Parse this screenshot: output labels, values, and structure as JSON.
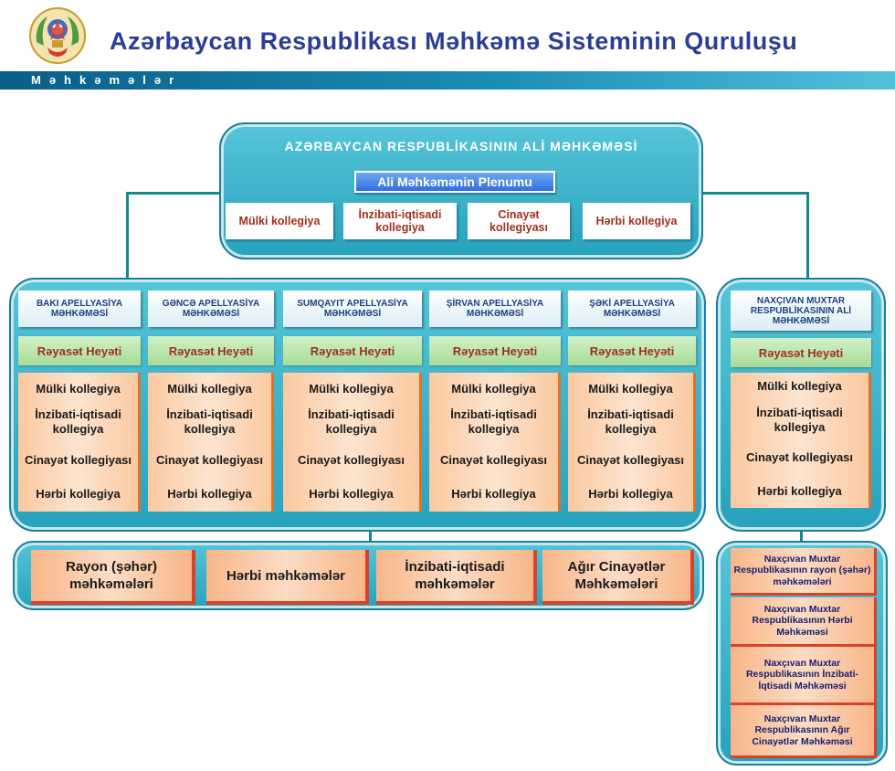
{
  "header": {
    "title": "Azərbaycan Respublikası Məhkəmə Sisteminin Quruluşu",
    "section": "Məhkəmələr",
    "emblem_icon": "azerbaijan-emblem-icon"
  },
  "colors": {
    "panel_teal": "#27a2bd",
    "connector": "#148a8c",
    "title_blue": "#2a3e96",
    "red_text": "#a0301c"
  },
  "supreme_court": {
    "title": "AZƏRBAYCAN RESPUBLİKASININ ALİ MƏHKƏMƏSİ",
    "plenum": "Ali Məhkəmənin Plenumu",
    "colleges": [
      "Mülki kollegiya",
      "İnzibati-iqtisadi kollegiya",
      "Cinayət kollegiyası",
      "Hərbi kollegiya"
    ]
  },
  "appeal_courts": [
    {
      "name": "BAKI APELLYASİYA MƏHKƏMƏSİ",
      "presidium": "Rəyasət Heyəti",
      "colleges": [
        "Mülki kollegiya",
        "İnzibati-iqtisadi kollegiya",
        "Cinayət kollegiyası",
        "Hərbi kollegiya"
      ]
    },
    {
      "name": "GƏNCƏ APELLYASİYA MƏHKƏMƏSİ",
      "presidium": "Rəyasət Heyəti",
      "colleges": [
        "Mülki kollegiya",
        "İnzibati-iqtisadi kollegiya",
        "Cinayət kollegiyası",
        "Hərbi kollegiya"
      ]
    },
    {
      "name": "SUMQAYIT APELLYASİYA MƏHKƏMƏSİ",
      "presidium": "Rəyasət Heyəti",
      "colleges": [
        "Mülki kollegiya",
        "İnzibati-iqtisadi kollegiya",
        "Cinayət kollegiyası",
        "Hərbi kollegiya"
      ]
    },
    {
      "name": "ŞİRVAN APELLYASİYA MƏHKƏMƏSİ",
      "presidium": "Rəyasət Heyəti",
      "colleges": [
        "Mülki kollegiya",
        "İnzibati-iqtisadi kollegiya",
        "Cinayət kollegiyası",
        "Hərbi kollegiya"
      ]
    },
    {
      "name": "ŞƏKİ APELLYASİYA MƏHKƏMƏSİ",
      "presidium": "Rəyasət Heyəti",
      "colleges": [
        "Mülki kollegiya",
        "İnzibati-iqtisadi kollegiya",
        "Cinayət kollegiyası",
        "Hərbi kollegiya"
      ]
    }
  ],
  "nakhchivan_supreme": {
    "name": "NAXÇIVAN MUXTAR RESPUBLİKASININ ALİ MƏHKƏMƏSİ",
    "presidium": "Rəyasət Heyəti",
    "colleges": [
      "Mülki kollegiya",
      "İnzibati-iqtisadi kollegiya",
      "Cinayət kollegiyası",
      "Hərbi kollegiya"
    ]
  },
  "lower_courts": [
    "Rayon (şəhər) məhkəmələri",
    "Hərbi məhkəmələr",
    "İnzibati-iqtisadi məhkəmələr",
    "Ağır Cinayətlər Məhkəmələri"
  ],
  "nakhchivan_courts": [
    "Naxçıvan Muxtar Respublikasının rayon (şəhər) məhkəmələri",
    "Naxçıvan Muxtar Respublikasının Hərbi Məhkəməsi",
    "Naxçıvan Muxtar Respublikasının İnzibati-İqtisadi Məhkəməsi",
    "Naxçıvan Muxtar Respublikasının Ağır Cinayətlər Məhkəməsi"
  ]
}
